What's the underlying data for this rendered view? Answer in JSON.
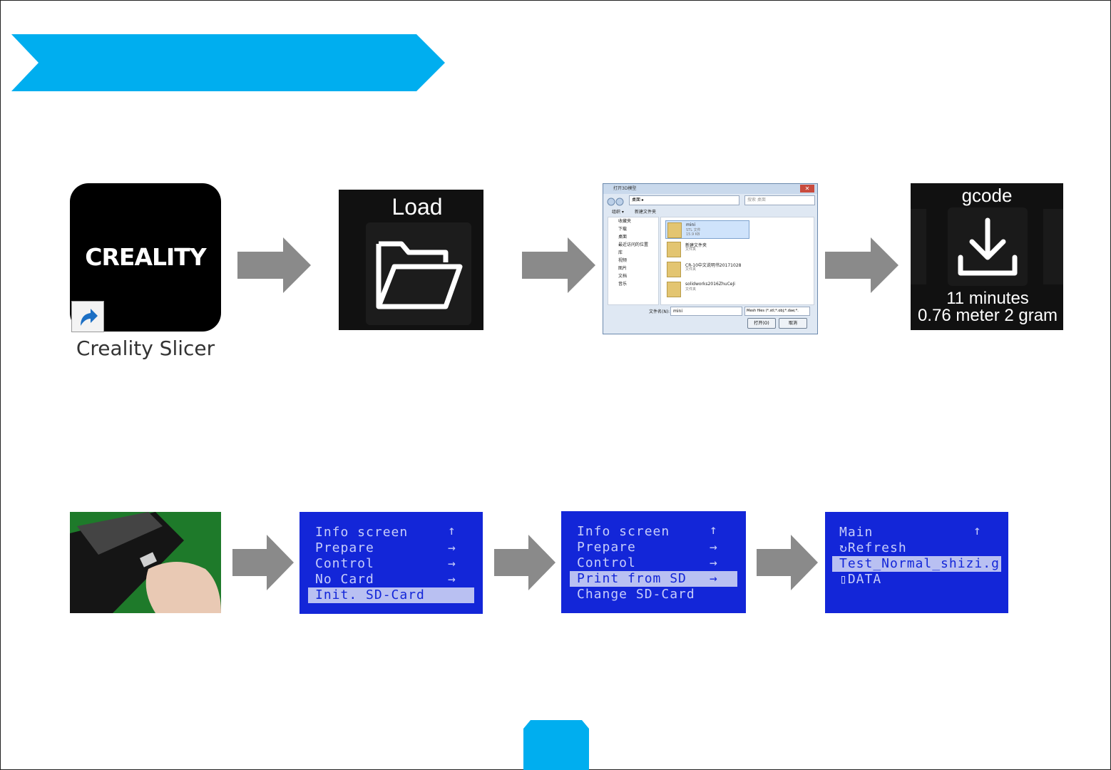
{
  "colors": {
    "banner": "#00AEEF",
    "arrow": "#8a8a8a",
    "lcd_bg": "#1326d8",
    "lcd_text": "#c7cdfa"
  },
  "step1": {
    "app_logo": "CREALITY",
    "app_label": "Creality Slicer",
    "load_label": "Load",
    "dialog": {
      "title": "打开3D模型",
      "address": "桌面 ▸",
      "search_placeholder": "搜索 桌面",
      "organize": "组织 ▾",
      "new_folder": "新建文件夹",
      "nav_items": [
        "收藏夹",
        "下载",
        "桌面",
        "最近访问的位置",
        "库",
        "视频",
        "图片",
        "文档",
        "音乐"
      ],
      "files": [
        {
          "name": "mini",
          "type": "STL 文件",
          "size": "15.9 KB"
        },
        {
          "name": "新建文件夹",
          "type": "文件夹"
        },
        {
          "name": "CR-10中文说明书20171028",
          "type": "文件夹"
        },
        {
          "name": "solidworks2016ZhuCeJi",
          "type": "文件夹"
        }
      ],
      "filename_label": "文件名(N):",
      "filename_value": "mini",
      "filetype": "Mesh files (*.stl;*.obj;*.dae;*.",
      "open_button": "打开(O)",
      "cancel_button": "取消"
    },
    "gcode": {
      "title": "gcode",
      "time": "11 minutes",
      "material": "0.76 meter 2 gram"
    }
  },
  "step2": {
    "lcd1": {
      "rows": [
        "Info screen",
        "Prepare",
        "Control",
        "No Card",
        "Init. SD-Card"
      ],
      "indicators": [
        "↑",
        "→",
        "→",
        "→",
        ""
      ],
      "selected": 4
    },
    "lcd2": {
      "rows": [
        "Info screen",
        "Prepare",
        "Control",
        "Print from SD",
        "Change SD-Card"
      ],
      "indicators": [
        "↑",
        "→",
        "→",
        "→",
        ""
      ],
      "selected": 3
    },
    "lcd3": {
      "rows": [
        "Main",
        "↻Refresh",
        "Test_Normal_shizi.g",
        "▯DATA"
      ],
      "indicators": [
        "↑",
        "",
        "",
        ""
      ],
      "selected": 2
    }
  }
}
